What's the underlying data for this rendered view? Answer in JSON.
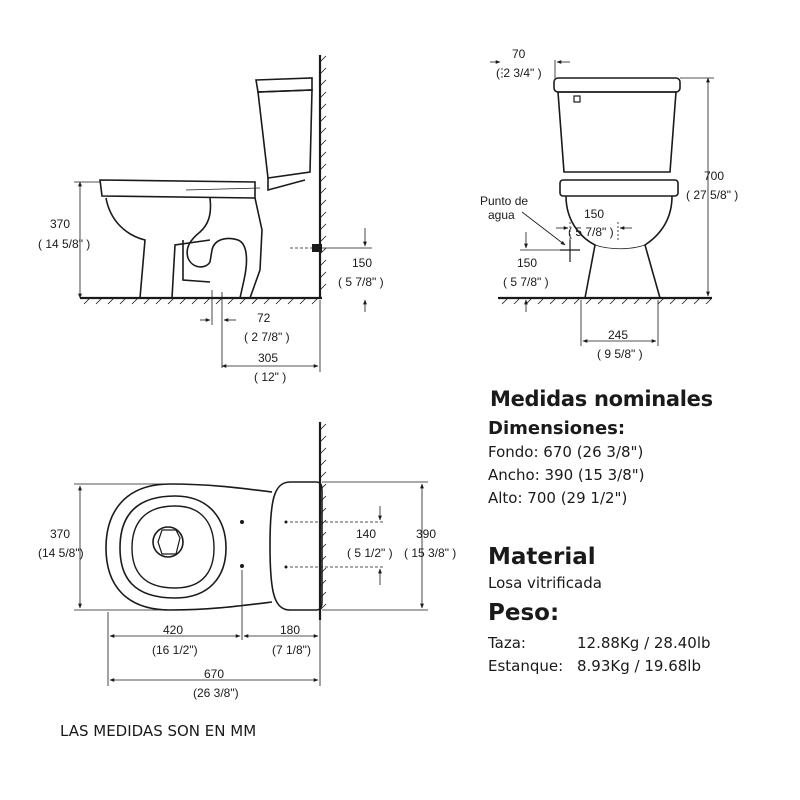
{
  "side_view": {
    "height_mm": "370",
    "height_in": "( 14 5/8\" )",
    "supply_mm": "150",
    "supply_in": "( 5 7/8\" )",
    "outlet_mm": "72",
    "outlet_in": "( 2 7/8\" )",
    "rough_mm": "305",
    "rough_in": "( 12\" )"
  },
  "front_view": {
    "offset_mm": "70",
    "offset_in": "( 2 3/4\" )",
    "height_mm": "700",
    "height_in": "( 27 5/8\" )",
    "water_label_1": "Punto de",
    "water_label_2": "agua",
    "supply_offset_mm": "150",
    "supply_offset_in": "( 5 7/8\" )",
    "supply_height_mm": "150",
    "supply_height_in": "( 5 7/8\" )",
    "base_mm": "245",
    "base_in": "( 9 5/8\" )"
  },
  "top_view": {
    "width_mm": "370",
    "width_in": "(14 5/8\")",
    "bolts_mm": "140",
    "bolts_in": "( 5 1/2\" )",
    "tank_mm": "390",
    "tank_in": "( 15 3/8\" )",
    "bowl_mm": "420",
    "bowl_in": "(16 1/2\")",
    "rear_mm": "180",
    "rear_in": "(7 1/8\")",
    "total_mm": "670",
    "total_in": "(26 3/8\")"
  },
  "specs": {
    "nominal_title": "Medidas nominales",
    "dimensions_title": "Dimensiones:",
    "depth": "Fondo: 670 (26 3/8\")",
    "width": "Ancho: 390 (15 3/8\")",
    "height": "Alto: 700 (29 1/2\")",
    "material_title": "Material",
    "material_value": "Losa vitrificada",
    "weight_title": "Peso:",
    "bowl_label": "Taza:",
    "bowl_value": "12.88Kg / 28.40lb",
    "tank_label": "Estanque:",
    "tank_value": "8.93Kg / 19.68lb"
  },
  "note": "LAS MEDIDAS SON EN MM"
}
